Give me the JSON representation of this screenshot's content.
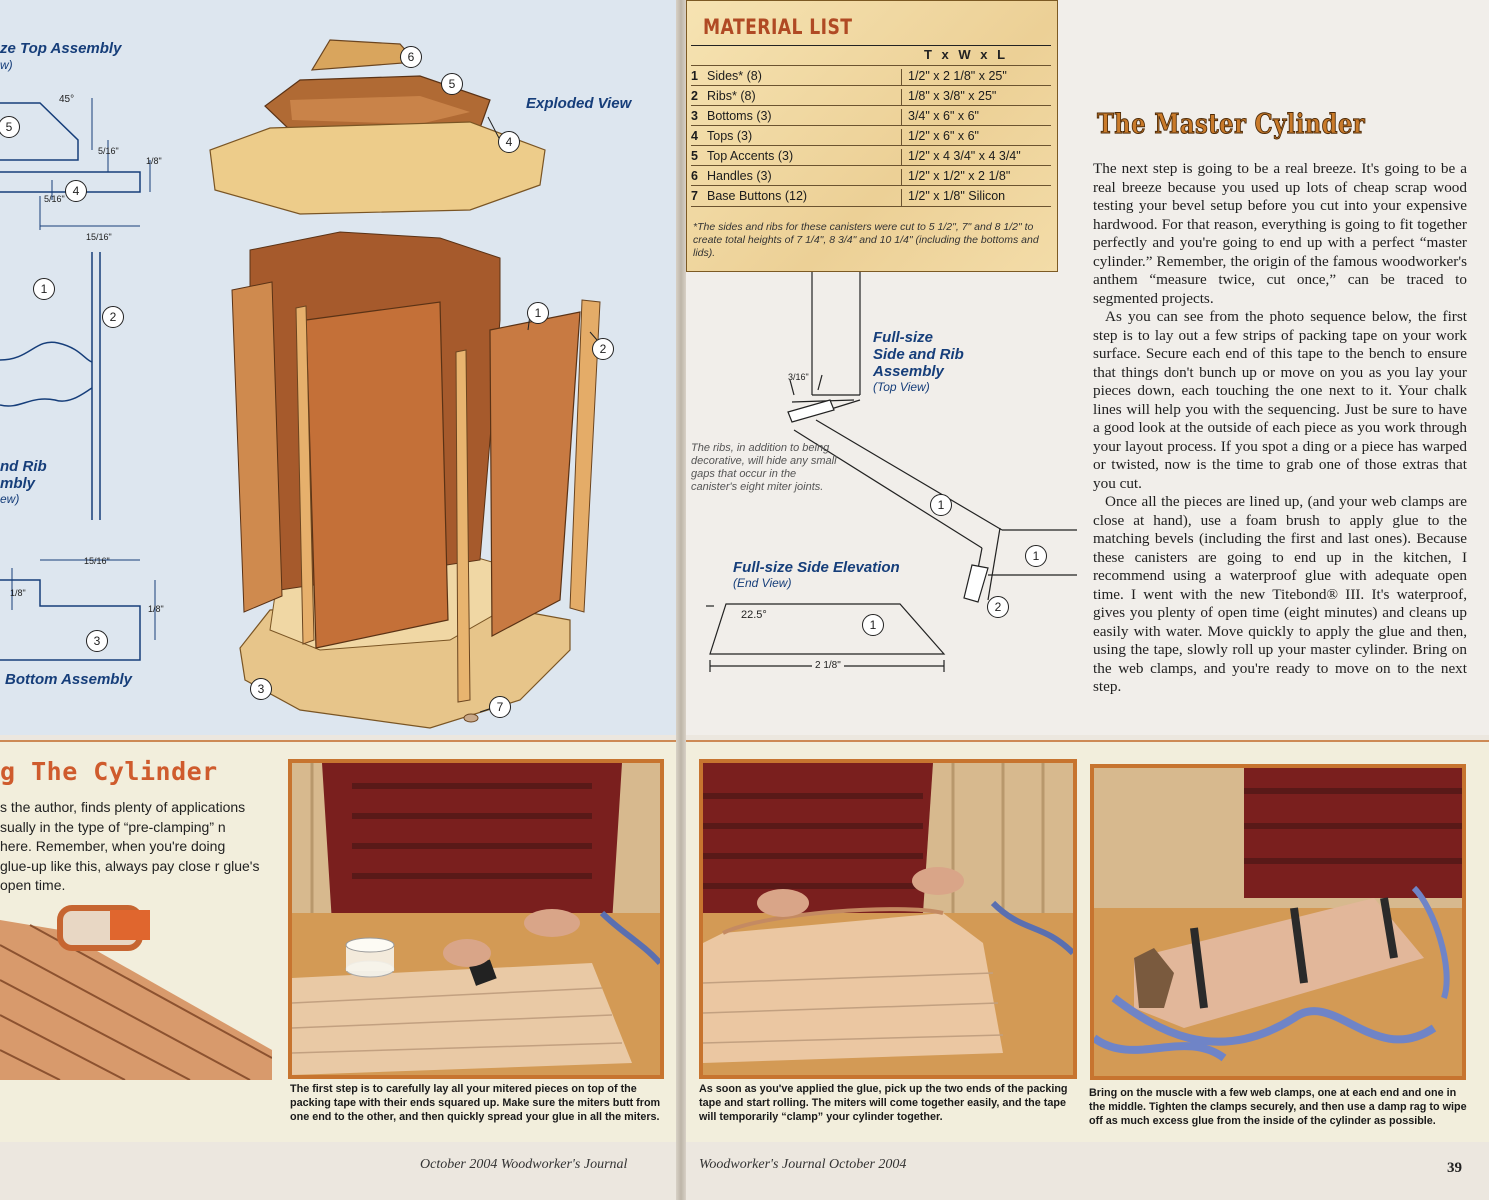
{
  "left_page": {
    "top_assembly_title": "ze Top Assembly",
    "top_assembly_sub": "w)",
    "angle_45": "45°",
    "dim_5_16_a": "5/16\"",
    "dim_5_16_b": "5/16\"",
    "dim_1_8_a": "1/8\"",
    "dim_15_16_a": "15/16\"",
    "exploded_view": "Exploded View",
    "side_rib_title_1": "nd Rib",
    "side_rib_title_2": "mbly",
    "side_rib_sub": "ew)",
    "dim_15_16_b": "15/16\"",
    "dim_1_8_b": "1/8\"",
    "dim_1_8_c": "1/8\"",
    "bottom_assembly": "Bottom Assembly",
    "callouts": [
      "5",
      "4",
      "1",
      "2",
      "3",
      "6",
      "5",
      "4",
      "1",
      "2",
      "3",
      "7"
    ]
  },
  "material_list": {
    "title": "MATERIAL LIST",
    "header": "T x W x L",
    "rows": [
      {
        "num": "1",
        "part": "Sides* (8)",
        "dims": "1/2\" x 2 1/8\" x 25\""
      },
      {
        "num": "2",
        "part": "Ribs* (8)",
        "dims": "1/8\" x 3/8\" x 25\""
      },
      {
        "num": "3",
        "part": "Bottoms (3)",
        "dims": "3/4\" x 6\" x 6\""
      },
      {
        "num": "4",
        "part": "Tops (3)",
        "dims": "1/2\" x 6\" x 6\""
      },
      {
        "num": "5",
        "part": "Top Accents (3)",
        "dims": "1/2\" x 4 3/4\" x 4 3/4\""
      },
      {
        "num": "6",
        "part": "Handles (3)",
        "dims": "1/2\" x 1/2\" x 2 1/8\""
      },
      {
        "num": "7",
        "part": "Base Buttons (12)",
        "dims": "1/2\" x 1/8\" Silicon"
      }
    ],
    "note": "*The sides and ribs for these canisters were cut to 5 1/2\", 7\" and 8 1/2\" to create total heights of 7 1/4\", 8 3/4\" and 10 1/4\" (including the bottoms and lids)."
  },
  "right_diagram": {
    "rib_title_1": "Full-size",
    "rib_title_2": "Side and Rib",
    "rib_title_3": "Assembly",
    "rib_sub": "(Top View)",
    "dim_3_16": "3/16\"",
    "rib_note": "The ribs, in addition to being decorative, will hide any small gaps that occur in the canister's eight miter joints.",
    "elev_title": "Full-size Side Elevation",
    "elev_sub": "(End View)",
    "angle": "22.5°",
    "width": "2 1/8\"",
    "callouts": [
      "1",
      "1",
      "2",
      "1"
    ]
  },
  "article": {
    "title": "The Master Cylinder",
    "paragraphs": [
      "The next step is going to be a real breeze. It's going to be a real breeze because you used up lots of cheap scrap wood testing your bevel setup before you cut into your expensive hardwood. For that reason, everything is going to fit together perfectly and you're going to end up with a perfect “master cylinder.” Remember, the origin of the famous woodworker's anthem “measure twice, cut once,” can be traced to segmented projects.",
      "As you can see from the photo sequence below, the first step is to lay out a few strips of packing tape on your work surface. Secure each end of this tape to the bench to ensure that things don't bunch up or move on you as you lay your pieces down, each touching the one next to it. Your chalk lines will help you with the sequencing. Just be sure to have a good look at the outside of each piece as you work through your layout process. If you spot a ding or a piece has warped or twisted, now is the time to grab one of those extras that you cut.",
      "Once all the pieces are lined up, (and your web clamps are close at hand), use a foam brush to apply glue to the matching bevels (including the first and last ones). Because these canisters are going to end up in the kitchen, I recommend using a waterproof glue with adequate open time. I went with the new Titebond® III. It's waterproof, gives you plenty of open time (eight minutes) and cleans up easily with water. Move quickly to apply the glue and then, using the tape, slowly roll up your master cylinder. Bring on the web clamps, and you're ready to move on to the next step."
    ]
  },
  "band": {
    "title": "g The Cylinder",
    "intro": "s the author, finds plenty of applications sually in the type of “pre-clamping” n here. Remember, when you're doing glue-up like this, always pay close r glue's open time.",
    "captions": [
      "The first step is to carefully lay all your mitered pieces on top of the packing tape with their ends squared up. Make sure the miters butt from one end to the other, and then quickly spread your glue in all the miters.",
      "As soon as you've applied the glue, pick up the two ends of the packing tape and start rolling. The miters will come together easily, and the tape will temporarily “clamp” your cylinder together.",
      "Bring on the muscle with a few web clamps, one at each end and one in the middle. Tighten the clamps securely, and then use a damp rag to wipe off as much excess glue from the inside of the cylinder as possible."
    ]
  },
  "footer": {
    "left": "October 2004   Woodworker's Journal",
    "right": "Woodworker's Journal   October 2004",
    "page": "39"
  },
  "colors": {
    "diagram_blue": "#163e7a",
    "accent_orange": "#cf5b2d",
    "photo_border": "#c7742f"
  }
}
